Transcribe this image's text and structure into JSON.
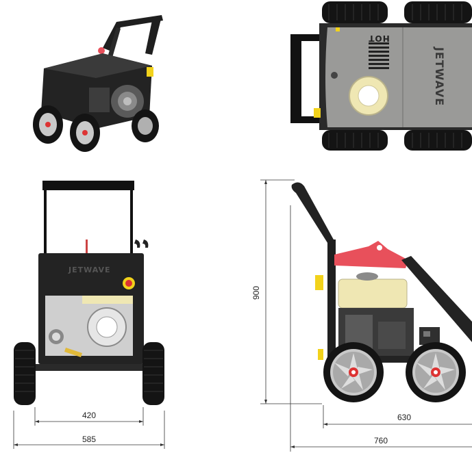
{
  "brand": {
    "name": "JETWAVE"
  },
  "badges": {
    "hot": "HOT"
  },
  "dimensions": {
    "height": "900",
    "wheel_track": "420",
    "overall_width": "585",
    "wheelbase": "630",
    "overall_length": "760"
  },
  "colors": {
    "frame": "#1f1f1f",
    "body_panel": "#9a9a98",
    "accent_red": "#e8505b",
    "accent_yellow": "#f2d21b",
    "engine_cream": "#efe7b3",
    "tire": "#141414",
    "rim": "#c9c9c9"
  }
}
